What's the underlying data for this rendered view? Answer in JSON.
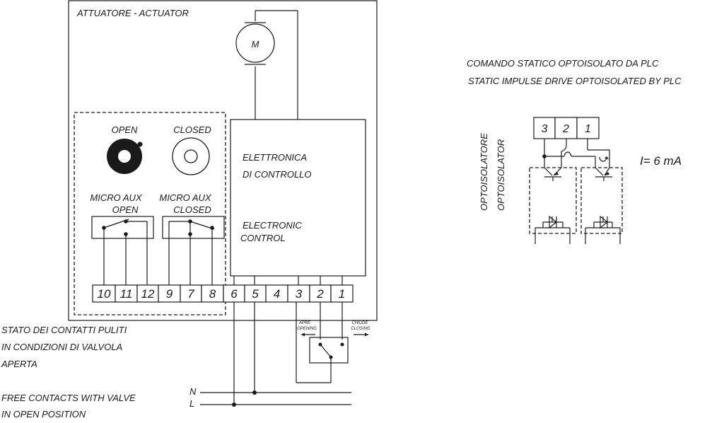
{
  "actuator_title": "ATTUATORE - ACTUATOR",
  "motor_label": "M",
  "indicator_open_label": "OPEN",
  "indicator_closed_label": "CLOSED",
  "micro_open_label_1": "MICRO AUX",
  "micro_open_label_2": "OPEN",
  "micro_closed_label_1": "MICRO AUX",
  "micro_closed_label_2": "CLOSED",
  "control_label_it_1": "ELETTRONICA",
  "control_label_it_2": "DI CONTROLLO",
  "control_label_en_1": "ELECTRONIC",
  "control_label_en_2": "CONTROL",
  "terminals": [
    "10",
    "11",
    "12",
    "9",
    "7",
    "8",
    "6",
    "5",
    "4",
    "3",
    "2",
    "1"
  ],
  "switch_open_label_1": "APRE",
  "switch_open_label_2": "OPENING",
  "switch_close_label_1": "CHIUDE",
  "switch_close_label_2": "CLOSING",
  "line_n_label": "N",
  "line_l_label": "L",
  "note_it": [
    "STATO DEI CONTATTI PULITI",
    "IN CONDIZIONI DI VALVOLA",
    "APERTA"
  ],
  "note_en": [
    "FREE CONTACTS WITH VALVE",
    "IN OPEN POSITION"
  ],
  "plc_title_it": "COMANDO STATICO OPTOISOLATO DA PLC",
  "plc_title_en": "STATIC IMPULSE DRIVE OPTOISOLATED BY PLC",
  "plc_terminals": [
    "3",
    "2",
    "1"
  ],
  "opto_label_it": "OPTOISOLATORE",
  "opto_label_en": "OPTOISOLATOR",
  "current_label": "I= 6 mA"
}
